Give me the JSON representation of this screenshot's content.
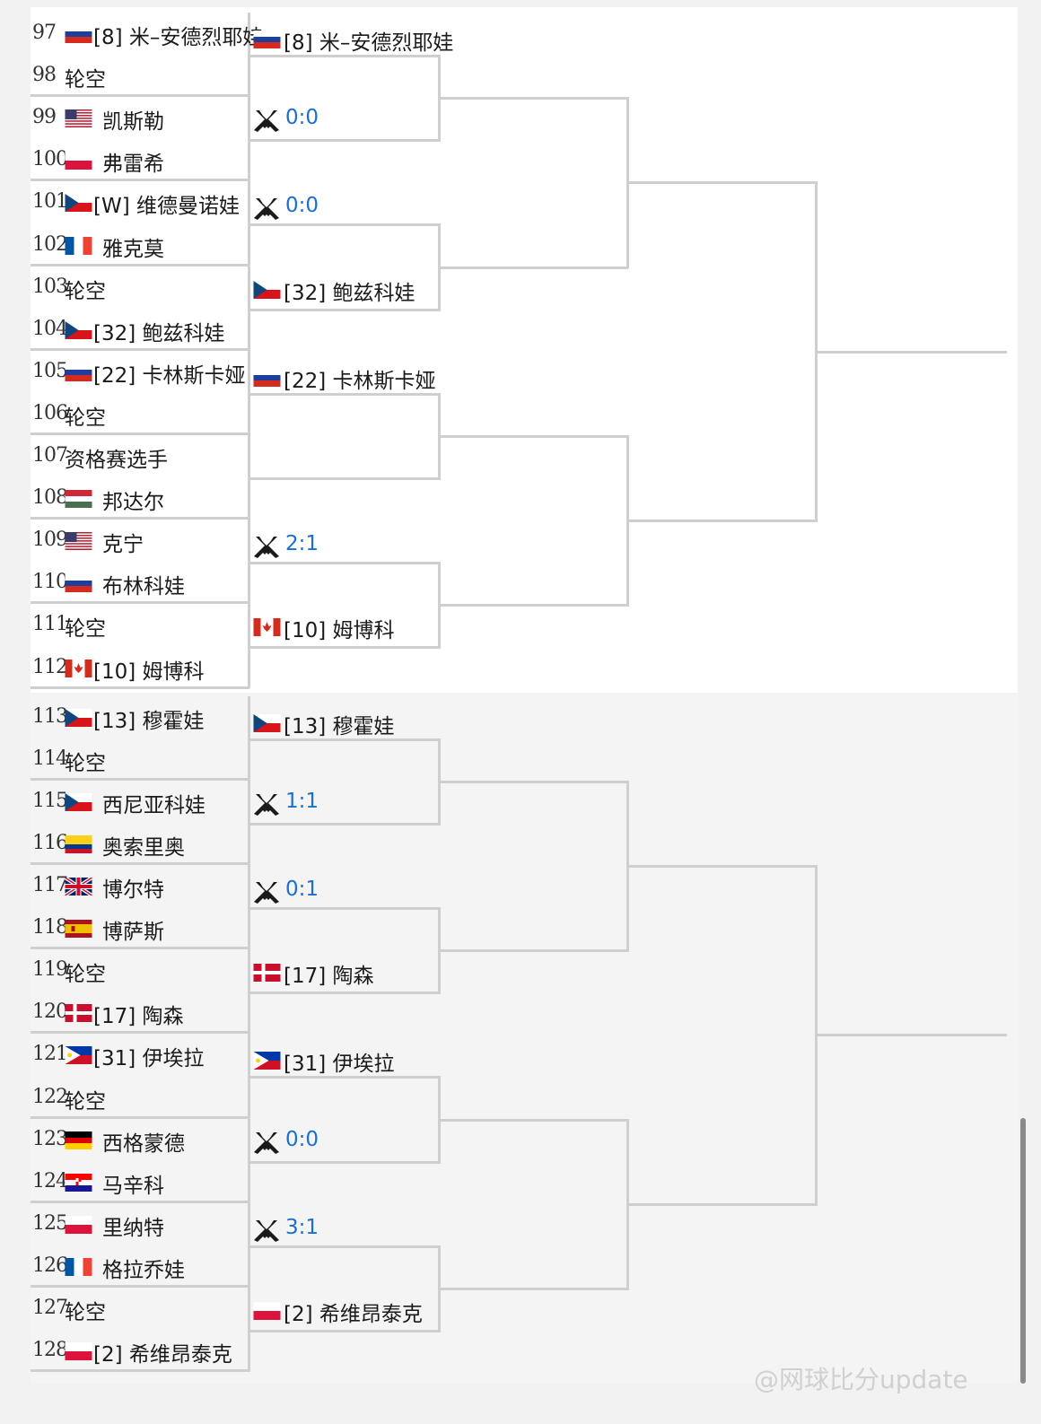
{
  "slots": [
    {
      "num": "97",
      "flag": "ru",
      "name": "[8] 米–安德烈耶娃"
    },
    {
      "num": "98",
      "flag": "",
      "name": "轮空"
    },
    {
      "num": "99",
      "flag": "us",
      "name": "凯斯勒"
    },
    {
      "num": "100",
      "flag": "pl",
      "name": "弗雷希"
    },
    {
      "num": "101",
      "flag": "cz",
      "name": "[W] 维德曼诺娃"
    },
    {
      "num": "102",
      "flag": "fr",
      "name": "雅克莫"
    },
    {
      "num": "103",
      "flag": "",
      "name": "轮空"
    },
    {
      "num": "104",
      "flag": "cz",
      "name": "[32] 鲍兹科娃"
    },
    {
      "num": "105",
      "flag": "ru",
      "name": "[22] 卡林斯卡娅"
    },
    {
      "num": "106",
      "flag": "",
      "name": "轮空"
    },
    {
      "num": "107",
      "flag": "",
      "name": "资格赛选手"
    },
    {
      "num": "108",
      "flag": "hu",
      "name": "邦达尔"
    },
    {
      "num": "109",
      "flag": "us",
      "name": "克宁"
    },
    {
      "num": "110",
      "flag": "ru",
      "name": "布林科娃"
    },
    {
      "num": "111",
      "flag": "",
      "name": "轮空"
    },
    {
      "num": "112",
      "flag": "ca",
      "name": "[10] 姆博科"
    },
    {
      "num": "113",
      "flag": "cz",
      "name": "[13] 穆霍娃"
    },
    {
      "num": "114",
      "flag": "",
      "name": "轮空"
    },
    {
      "num": "115",
      "flag": "cz",
      "name": "西尼亚科娃"
    },
    {
      "num": "116",
      "flag": "co",
      "name": "奥索里奥"
    },
    {
      "num": "117",
      "flag": "gb",
      "name": "博尔特"
    },
    {
      "num": "118",
      "flag": "es",
      "name": "博萨斯"
    },
    {
      "num": "119",
      "flag": "",
      "name": "轮空"
    },
    {
      "num": "120",
      "flag": "dk",
      "name": "[17] 陶森"
    },
    {
      "num": "121",
      "flag": "ph",
      "name": "[31] 伊埃拉"
    },
    {
      "num": "122",
      "flag": "",
      "name": "轮空"
    },
    {
      "num": "123",
      "flag": "de",
      "name": "西格蒙德"
    },
    {
      "num": "124",
      "flag": "hr",
      "name": "马辛科"
    },
    {
      "num": "125",
      "flag": "pl",
      "name": "里纳特"
    },
    {
      "num": "126",
      "flag": "fr",
      "name": "格拉乔娃"
    },
    {
      "num": "127",
      "flag": "",
      "name": "轮空"
    },
    {
      "num": "128",
      "flag": "pl",
      "name": "[2] 希维昂泰克"
    }
  ],
  "round2": [
    {
      "type": "player",
      "flag": "ru",
      "name": "[8] 米–安德烈耶娃"
    },
    {
      "type": "h2h",
      "score": "0:0"
    },
    {
      "type": "h2h",
      "score": "0:0"
    },
    {
      "type": "player",
      "flag": "cz",
      "name": "[32] 鲍兹科娃"
    },
    {
      "type": "player",
      "flag": "ru",
      "name": "[22] 卡林斯卡娅"
    },
    {
      "type": "empty"
    },
    {
      "type": "h2h",
      "score": "2:1"
    },
    {
      "type": "player",
      "flag": "ca",
      "name": "[10] 姆博科"
    },
    {
      "type": "player",
      "flag": "cz",
      "name": "[13] 穆霍娃"
    },
    {
      "type": "h2h",
      "score": "1:1"
    },
    {
      "type": "h2h",
      "score": "0:1"
    },
    {
      "type": "player",
      "flag": "dk",
      "name": "[17] 陶森"
    },
    {
      "type": "player",
      "flag": "ph",
      "name": "[31] 伊埃拉"
    },
    {
      "type": "h2h",
      "score": "0:0"
    },
    {
      "type": "h2h",
      "score": "3:1"
    },
    {
      "type": "player",
      "flag": "pl",
      "name": "[2] 希维昂泰克"
    }
  ],
  "watermark": "@网球比分update",
  "colors": {
    "score": "#1a6fd0",
    "line": "#cfcfcf",
    "panel_top": "#ffffff",
    "panel_bottom": "#f4f4f4"
  }
}
